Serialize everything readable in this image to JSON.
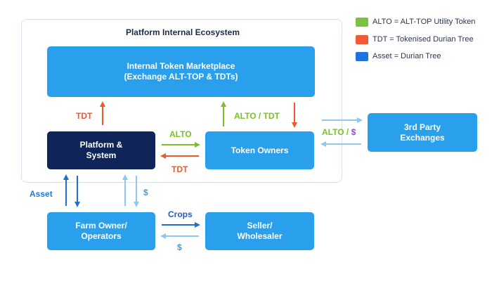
{
  "legend": [
    {
      "text": "ALTO = ALT-TOP Utility Token",
      "color": "#7cc242"
    },
    {
      "text": "TDT = Tokenised Durian Tree",
      "color": "#f05a34"
    },
    {
      "text": "Asset = Durian Tree",
      "color": "#1f73de"
    }
  ],
  "ecosystem": {
    "title": "Platform Internal Ecosystem"
  },
  "nodes": {
    "marketplace": {
      "line1": "Internal Token Marketplace",
      "line2": "(Exchange ALT-TOP & TDTs)"
    },
    "platform": {
      "line1": "Platform &",
      "line2": "System"
    },
    "token_owners": {
      "line1": "Token Owners"
    },
    "third_party": {
      "line1": "3rd Party",
      "line2": "Exchanges"
    },
    "farm_owner": {
      "line1": "Farm Owner/",
      "line2": "Operators"
    },
    "seller": {
      "line1": "Seller/",
      "line2": "Wholesaler"
    }
  },
  "edge_labels": {
    "tdt_up": "TDT",
    "alto_tdt": "ALTO / TDT",
    "alto_right": "ALTO",
    "tdt_left": "TDT",
    "alto_ext": "ALTO /",
    "dollar_ext": "$",
    "asset": "Asset",
    "dollar_farm": "$",
    "crops": "Crops",
    "dollar_seller": "$"
  },
  "colors": {
    "node_blue": "#2aa0ec",
    "node_navy": "#0f2458",
    "green": "#7cbf2a",
    "red": "#ea5a2c",
    "blue": "#1f7ad6",
    "light_blue": "#8cc8f0",
    "purple": "#8a4fd8"
  }
}
